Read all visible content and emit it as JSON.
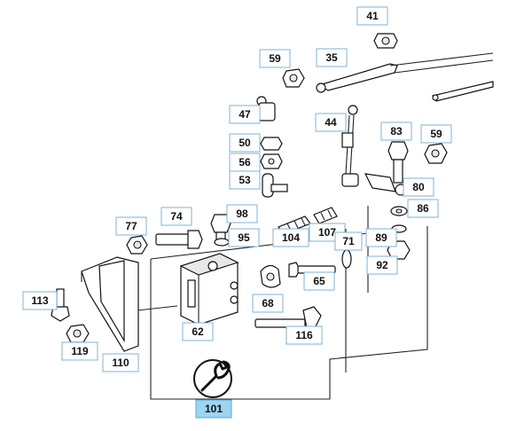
{
  "callouts": [
    {
      "id": "41",
      "highlight": false
    },
    {
      "id": "59",
      "highlight": false
    },
    {
      "id": "35",
      "highlight": false
    },
    {
      "id": "47",
      "highlight": false
    },
    {
      "id": "44",
      "highlight": false
    },
    {
      "id": "83",
      "highlight": false
    },
    {
      "id": "59b",
      "text": "59",
      "highlight": false
    },
    {
      "id": "50",
      "highlight": false
    },
    {
      "id": "56",
      "highlight": false
    },
    {
      "id": "53",
      "highlight": false
    },
    {
      "id": "80",
      "highlight": false
    },
    {
      "id": "86",
      "highlight": false
    },
    {
      "id": "77",
      "highlight": false
    },
    {
      "id": "74",
      "highlight": false
    },
    {
      "id": "98",
      "highlight": false
    },
    {
      "id": "95",
      "highlight": false
    },
    {
      "id": "104",
      "highlight": false
    },
    {
      "id": "107",
      "highlight": false
    },
    {
      "id": "71",
      "highlight": false
    },
    {
      "id": "89",
      "highlight": false
    },
    {
      "id": "92",
      "highlight": false
    },
    {
      "id": "113",
      "highlight": false
    },
    {
      "id": "65",
      "highlight": false
    },
    {
      "id": "68",
      "highlight": false
    },
    {
      "id": "62",
      "highlight": false
    },
    {
      "id": "116",
      "highlight": false
    },
    {
      "id": "119",
      "highlight": false
    },
    {
      "id": "110",
      "highlight": false
    },
    {
      "id": "101",
      "highlight": true
    }
  ],
  "colors": {
    "callout_border": "#7fb3d5",
    "callout_highlight": "#9fd4f0",
    "line": "#222222"
  },
  "icons": {
    "tool": "wrench-icon"
  }
}
